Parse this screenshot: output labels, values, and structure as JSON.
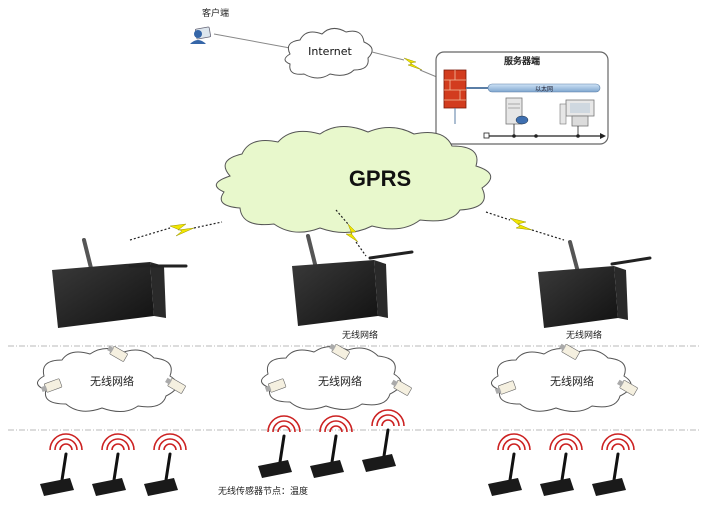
{
  "client": {
    "label": "客户端"
  },
  "internet": {
    "label": "Internet"
  },
  "server": {
    "title": "服务器端",
    "lan_label": "以太网"
  },
  "gprs": {
    "label": "GPRS"
  },
  "gateways": {
    "caption": "无线网络"
  },
  "wireless_clouds": [
    {
      "label": "无线网络"
    },
    {
      "label": "无线网络"
    },
    {
      "label": "无线网络"
    }
  ],
  "sensors": {
    "caption": "无线传感器节点：温度"
  },
  "colors": {
    "gprs_cloud": "#e8f8cc",
    "cloud_stroke": "#555555",
    "signal_arcs": "#cc2222",
    "lightning": "#f2e600",
    "firewall": "#d23c1e",
    "divider": "#b8b8b8"
  }
}
